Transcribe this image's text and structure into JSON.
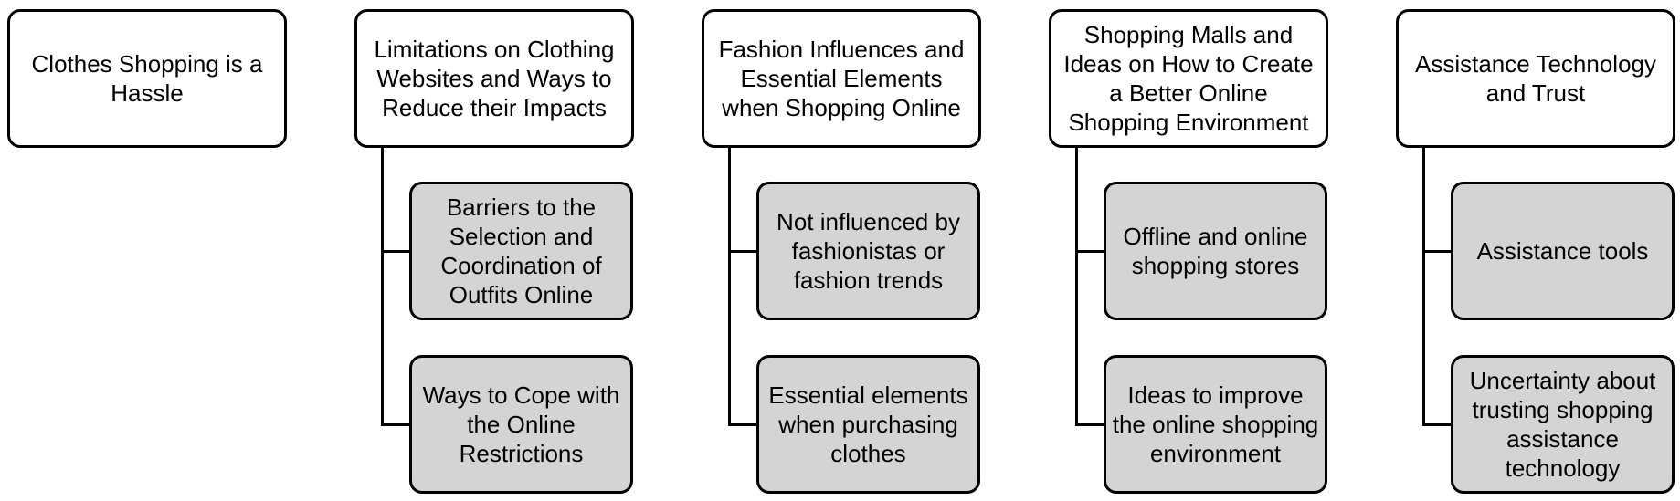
{
  "diagram": {
    "columns": [
      {
        "title": "Clothes Shopping is a Hassle",
        "children": []
      },
      {
        "title": "Limitations on Clothing Websites and Ways to Reduce their Impacts",
        "children": [
          "Barriers to the Selection and Coordination of Outfits Online",
          "Ways to Cope with the Online Restrictions"
        ]
      },
      {
        "title": "Fashion Influences and Essential Elements when Shopping Online",
        "children": [
          "Not influenced by fashionistas or fashion trends",
          "Essential elements when purchasing clothes"
        ]
      },
      {
        "title": "Shopping Malls and Ideas on How to Create a Better Online Shopping Environment",
        "children": [
          "Offline and online shopping stores",
          "Ideas to improve the online shopping environment"
        ]
      },
      {
        "title": "Assistance Technology and Trust",
        "children": [
          "Assistance tools",
          "Uncertainty about trusting shopping assistance technology"
        ]
      }
    ],
    "colors": {
      "border": "#000000",
      "top_fill": "#ffffff",
      "sub_fill": "#d4d4d4"
    }
  }
}
